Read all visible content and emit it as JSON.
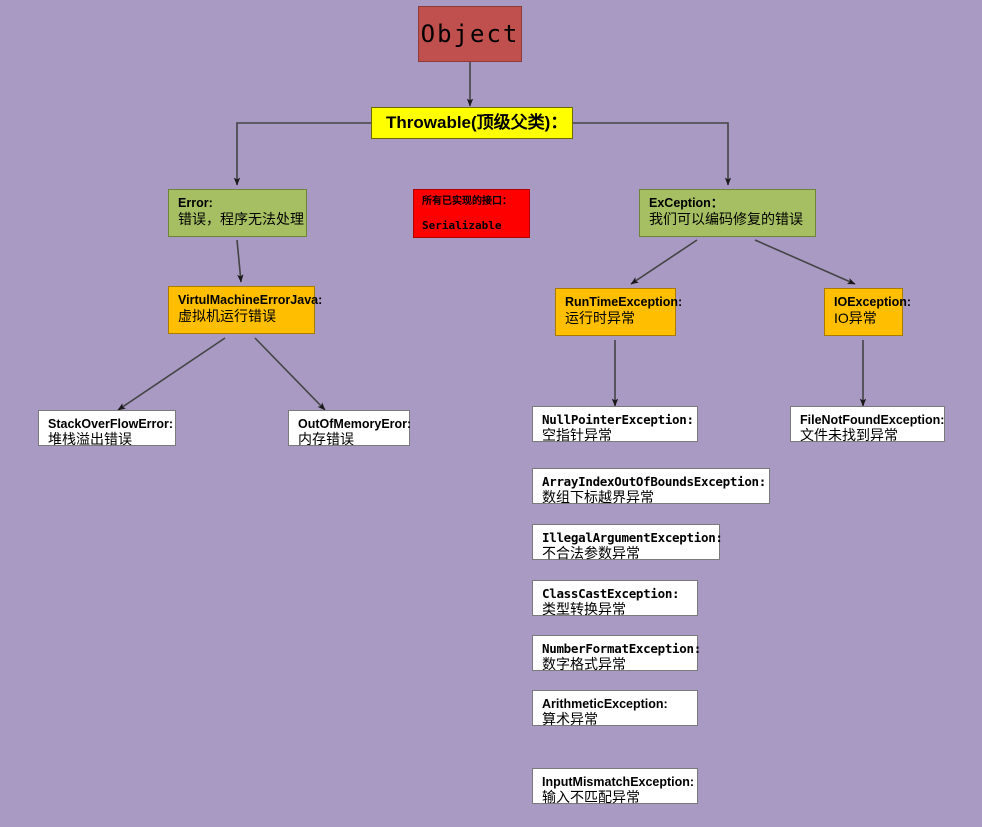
{
  "diagram": {
    "title": "Java Exception Hierarchy",
    "background_color": "#a99ac4",
    "edge_color": "#333333"
  },
  "nodes": {
    "object": {
      "label": "Object",
      "color": "#c0504d"
    },
    "throwable": {
      "label": "Throwable(顶级父类)：",
      "color": "#ffff00"
    },
    "error": {
      "line1": "Error:",
      "line2": "错误，程序无法处理",
      "color": "#a6bf62"
    },
    "serializable": {
      "line1": "所有已实现的接口：",
      "line2": "Serializable",
      "color": "#ff0000"
    },
    "exception": {
      "line1": "ExCeption：",
      "line2": "我们可以编码修复的错误",
      "color": "#a6bf62"
    },
    "virtual_machine_error": {
      "line1": "VirtulMachineErrorJava:",
      "line2": "虚拟机运行错误",
      "color": "#ffbf00"
    },
    "runtime_exception": {
      "line1": "RunTimeException:",
      "line2": "运行时异常",
      "color": "#ffbf00"
    },
    "io_exception": {
      "line1": "IOException:",
      "line2": "IO异常",
      "color": "#ffbf00"
    },
    "stack_overflow_error": {
      "line1": "StackOverFlowError:",
      "line2": "堆栈溢出错误",
      "color": "#ffffff"
    },
    "out_of_memory_error": {
      "line1": "OutOfMemoryEror:",
      "line2": "内存错误",
      "color": "#ffffff"
    },
    "file_not_found_exception": {
      "line1": "FileNotFoundException:",
      "line2": "文件未找到异常",
      "color": "#ffffff"
    },
    "null_pointer_exception": {
      "line1": "NullPointerException:",
      "line2": "空指针异常",
      "color": "#ffffff"
    },
    "array_index_out_of_bounds_exception": {
      "line1": "ArrayIndexOutOfBoundsException:",
      "line2": "数组下标越界异常",
      "color": "#ffffff"
    },
    "illegal_argument_exception": {
      "line1": "IllegalArgumentException:",
      "line2": "不合法参数异常",
      "color": "#ffffff"
    },
    "class_cast_exception": {
      "line1": "ClassCastException:",
      "line2": "类型转换异常",
      "color": "#ffffff"
    },
    "number_format_exception": {
      "line1": "NumberFormatException:",
      "line2": "数字格式异常",
      "color": "#ffffff"
    },
    "arithmetic_exception": {
      "line1": "ArithmeticException:",
      "line2": "算术异常",
      "color": "#ffffff"
    },
    "input_mismatch_exception": {
      "line1": "InputMismatchException:",
      "line2": "输入不匹配异常",
      "color": "#ffffff"
    }
  }
}
